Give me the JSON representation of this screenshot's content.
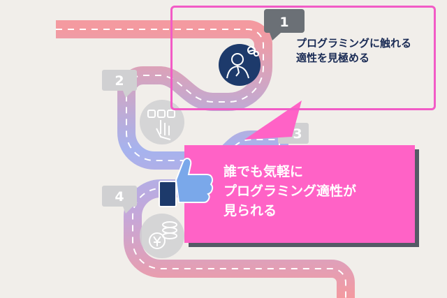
{
  "steps": [
    {
      "number": "1",
      "lines": [
        "プログラミングに触れる",
        "適性を見極める"
      ]
    },
    {
      "number": "2"
    },
    {
      "number": "3"
    },
    {
      "number": "4"
    }
  ],
  "callout": {
    "lines": [
      "誰でも気軽に",
      "プログラミング適性が",
      "見られる"
    ]
  },
  "colors": {
    "road_pink": "#f49aa0",
    "road_blue": "#9fb1ee",
    "highlight": "#f25bc6",
    "callout": "#ff62c6",
    "circle_navy": "#1d3a6b",
    "badge_gray": "#d0d0d2",
    "text_navy": "#1a2b55"
  },
  "icons": [
    "person-thinking-icon",
    "touch-hand-icon",
    "coins-yen-icon",
    "thumbs-up-icon"
  ]
}
